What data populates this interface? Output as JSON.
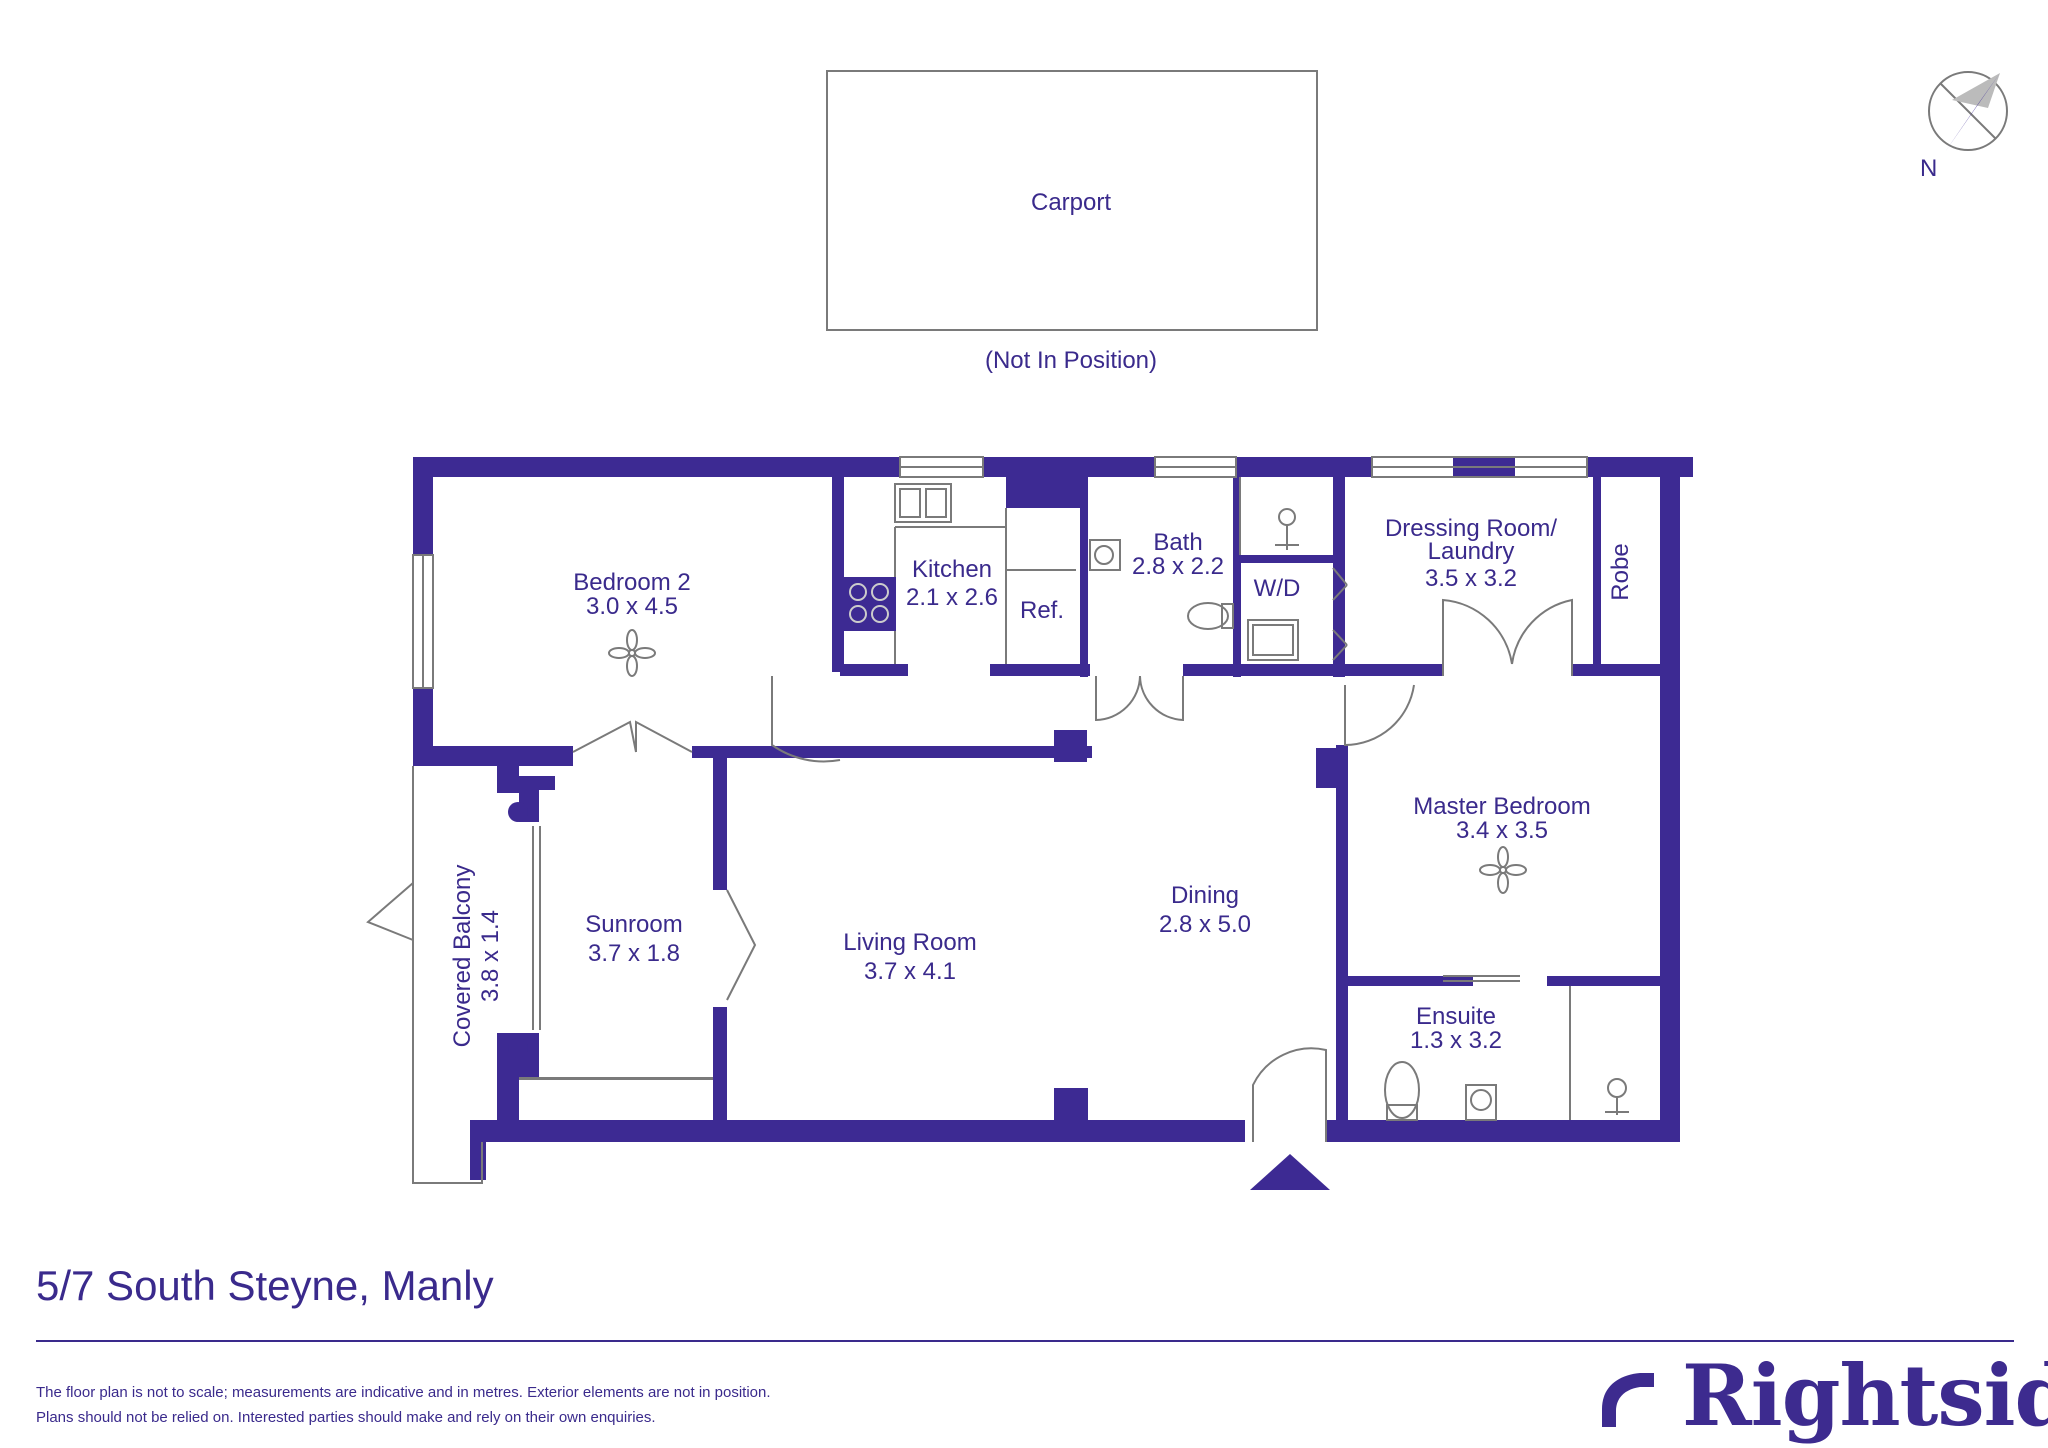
{
  "colors": {
    "wall": "#3d2a93",
    "text": "#3a2a8c",
    "line": "#7a7a7a"
  },
  "carport": {
    "label": "Carport",
    "note": "(Not In Position)"
  },
  "compass": {
    "north_label": "N",
    "icon": "compass-icon"
  },
  "rooms": {
    "bedroom2": {
      "name": "Bedroom 2",
      "size": "3.0 x 4.5"
    },
    "kitchen": {
      "name": "Kitchen",
      "size": "2.1 x 2.6"
    },
    "ref": {
      "name": "Ref."
    },
    "bath": {
      "name": "Bath",
      "size": "2.8 x 2.2"
    },
    "wd": {
      "name": "W/D"
    },
    "dressing": {
      "name_line1": "Dressing Room/",
      "name_line2": "Laundry",
      "size": "3.5 x 3.2"
    },
    "robe": {
      "name": "Robe"
    },
    "master": {
      "name": "Master Bedroom",
      "size": "3.4 x 3.5"
    },
    "ensuite": {
      "name": "Ensuite",
      "size": "1.3 x 3.2"
    },
    "dining": {
      "name": "Dining",
      "size": "2.8 x 5.0"
    },
    "living": {
      "name": "Living Room",
      "size": "3.7 x 4.1"
    },
    "sunroom": {
      "name": "Sunroom",
      "size": "3.7 x 1.8"
    },
    "balcony": {
      "name": "Covered Balcony",
      "size": "3.8 x 1.4"
    }
  },
  "footer": {
    "address": "5/7 South Steyne, Manly",
    "disclaimer_line1": "The floor plan is not to scale; measurements are indicative and in metres. Exterior elements are not in position.",
    "disclaimer_line2": "Plans should not be relied on. Interested parties should make and rely on their own enquiries.",
    "brand": "Rightside",
    "brand_icon": "rightside-logo-icon"
  }
}
